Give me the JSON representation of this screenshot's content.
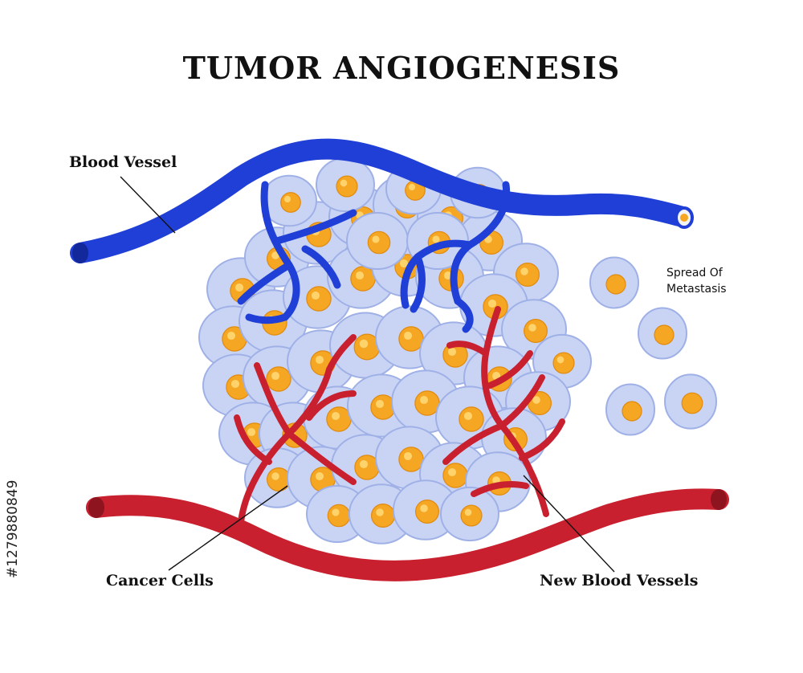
{
  "title": "TUMOR ANGIOGENESIS",
  "labels": {
    "blood_vessel": "Blood Vessel",
    "cancer_cells": "Cancer Cells",
    "new_blood_vessels": "New Blood Vessels",
    "metastasis_line1": "Spread Of",
    "metastasis_line2": "Metastasis"
  },
  "stock_id": "#1279880849",
  "colors": {
    "vein": "#1f3fd6",
    "vein_dark": "#13289a",
    "artery": "#c8202e",
    "artery_dark": "#8e1420",
    "cell_fill": "#c9d4f5",
    "cell_stroke": "#9fb0e6",
    "nucleus": "#f5a623",
    "nucleus_highlight": "#ffd36b"
  }
}
